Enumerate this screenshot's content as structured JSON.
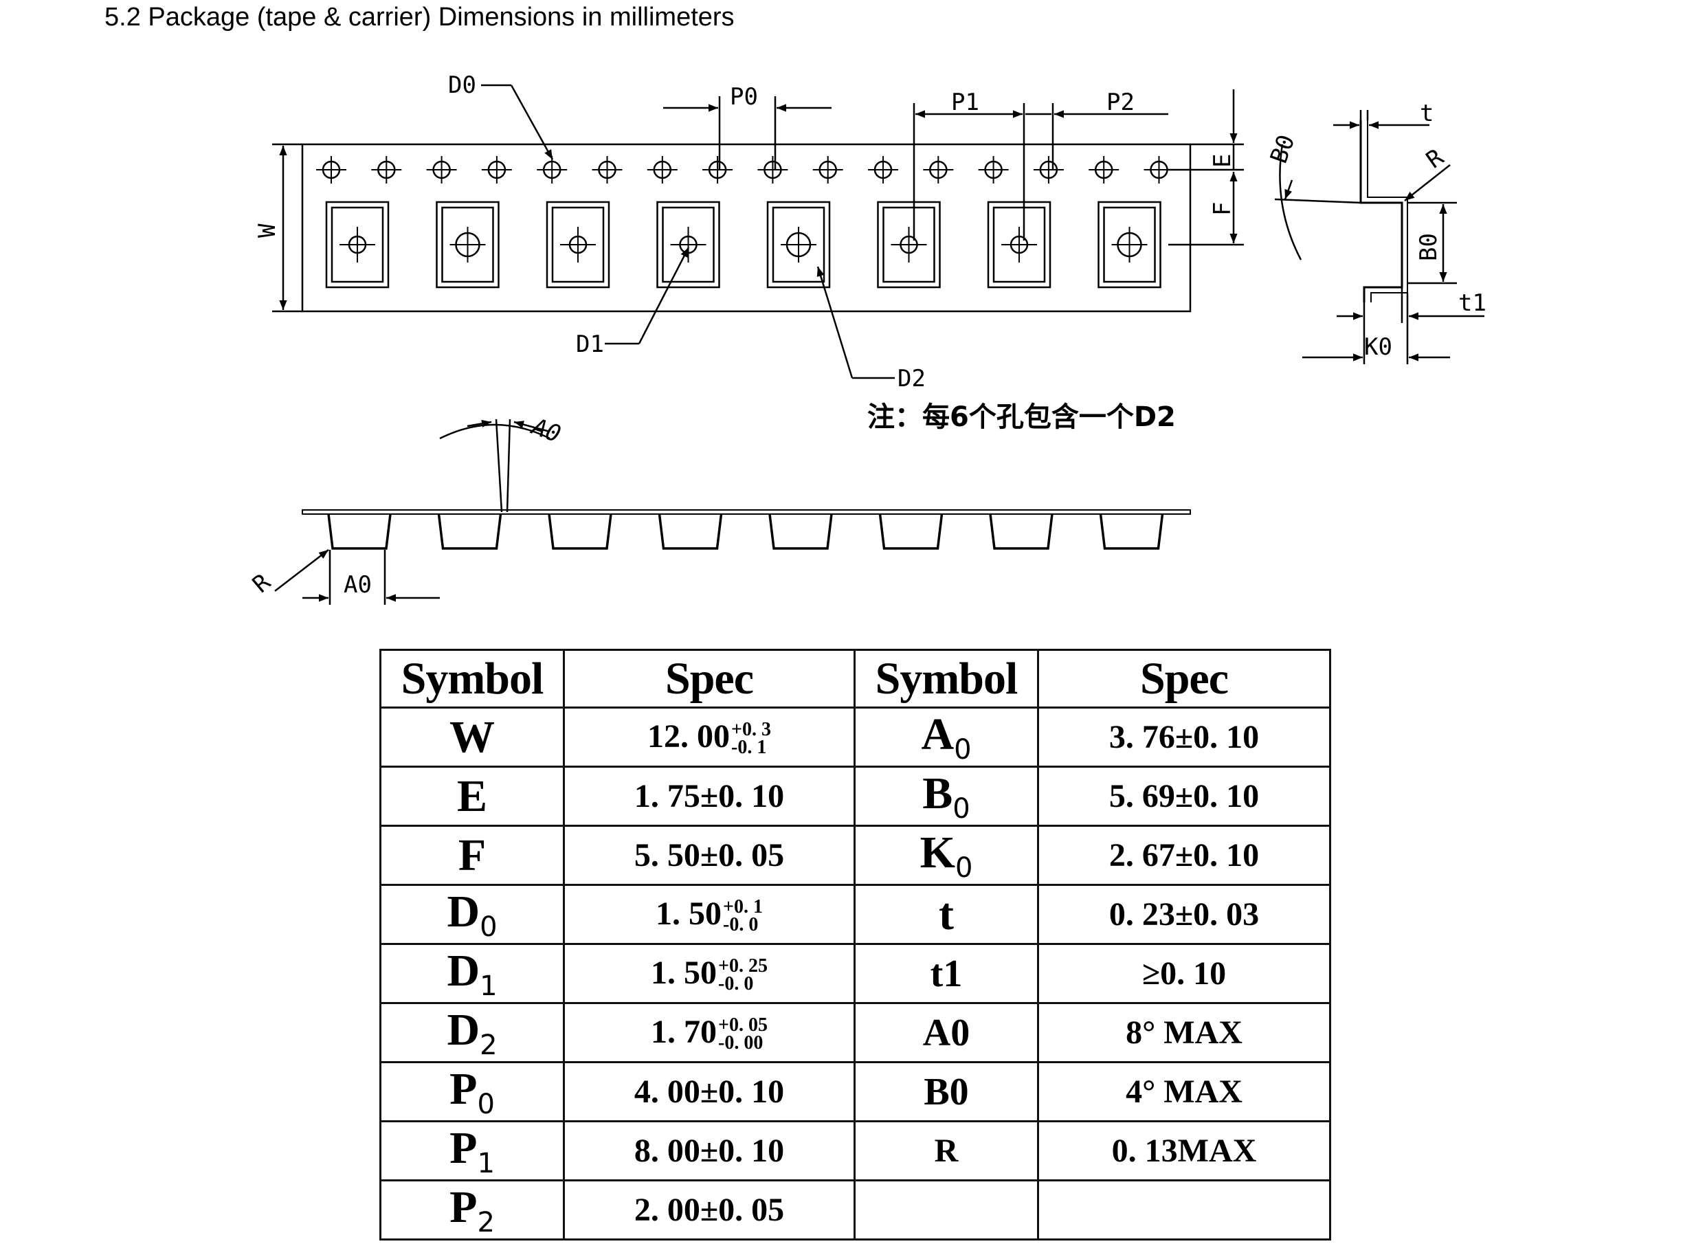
{
  "heading": "5.2 Package (tape & carrier) Dimensions in millimeters",
  "drawing_labels": {
    "D0": "D0",
    "P0": "P0",
    "P1": "P1",
    "P2": "P2",
    "E": "E",
    "F": "F",
    "W": "W",
    "D1": "D1",
    "D2": "D2",
    "t": "t",
    "R": "R",
    "B0_angle": "B0",
    "B0": "B0",
    "t1": "t1",
    "K0": "K0",
    "A0_angle": "A0",
    "A0": "A0",
    "R_bottom": "R"
  },
  "note": "注：每6个孔包含一个D2",
  "table": {
    "headers": [
      "Symbol",
      "Spec",
      "Symbol",
      "Spec"
    ],
    "rows": [
      {
        "sym": "W",
        "sub": "",
        "spec": "12. 00",
        "tol_up": "+0. 3",
        "tol_down": "-0. 1",
        "sym2": "A",
        "sub2": "0",
        "spec2": "3. 76±0. 10"
      },
      {
        "sym": "E",
        "sub": "",
        "spec": "1. 75±0. 10",
        "tol_up": "",
        "tol_down": "",
        "sym2": "B",
        "sub2": "0",
        "spec2": "5. 69±0. 10"
      },
      {
        "sym": "F",
        "sub": "",
        "spec": "5. 50±0. 05",
        "tol_up": "",
        "tol_down": "",
        "sym2": "K",
        "sub2": "0",
        "spec2": "2. 67±0. 10"
      },
      {
        "sym": "D",
        "sub": "0",
        "spec": "1. 50",
        "tol_up": "+0. 1",
        "tol_down": "-0. 0",
        "sym2": "t",
        "sub2": "",
        "spec2": "0. 23±0. 03"
      },
      {
        "sym": "D",
        "sub": "1",
        "spec": "1. 50",
        "tol_up": "+0. 25",
        "tol_down": "-0. 0",
        "sym2": "t1",
        "sub2": "",
        "spec2": "≥0. 10"
      },
      {
        "sym": "D",
        "sub": "2",
        "spec": "1. 70",
        "tol_up": "+0. 05",
        "tol_down": "-0. 00",
        "sym2": "A0",
        "sub2": "",
        "spec2": "8° MAX"
      },
      {
        "sym": "P",
        "sub": "0",
        "spec": "4. 00±0. 10",
        "tol_up": "",
        "tol_down": "",
        "sym2": "B0",
        "sub2": "",
        "spec2": "4° MAX"
      },
      {
        "sym": "P",
        "sub": "1",
        "spec": "8. 00±0. 10",
        "tol_up": "",
        "tol_down": "",
        "sym2": "R",
        "sub2": "",
        "spec2": "0. 13MAX"
      },
      {
        "sym": "P",
        "sub": "2",
        "spec": "2. 00±0. 05",
        "tol_up": "",
        "tol_down": "",
        "sym2": "",
        "sub2": "",
        "spec2": ""
      }
    ]
  }
}
